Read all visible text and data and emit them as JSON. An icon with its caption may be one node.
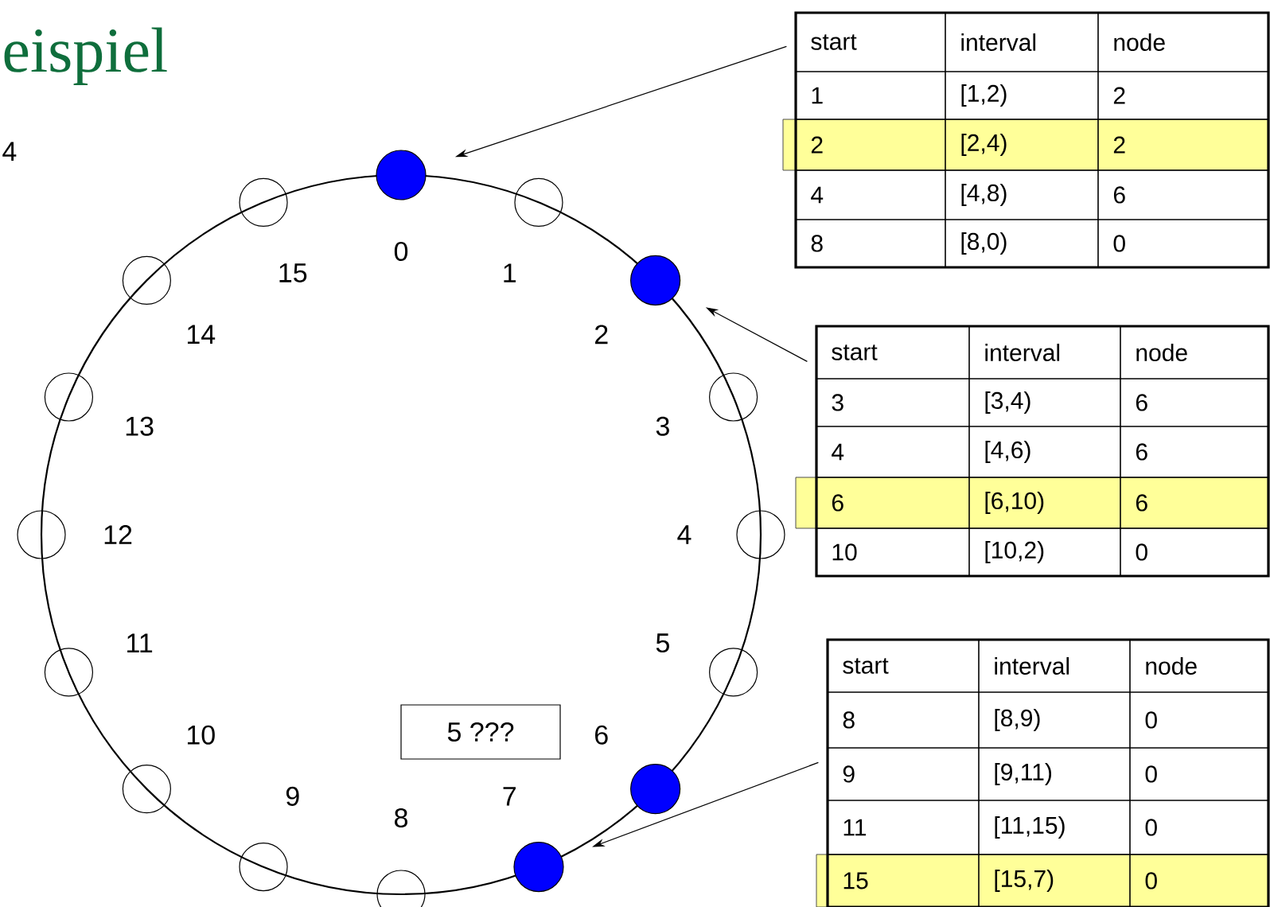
{
  "diagram": {
    "title": "eispiel",
    "nodes": [
      {
        "text": [],
        "shape": "dot",
        "beside": [
          "0"
        ]
      },
      {
        "text": [],
        "shape": "circle",
        "beside": [
          "1"
        ]
      },
      {
        "text": [],
        "shape": "dot",
        "beside": [
          "2"
        ]
      },
      {
        "text": [],
        "shape": "circle",
        "beside": [
          "3"
        ]
      },
      {
        "text": [],
        "shape": "circle",
        "beside": [
          "4"
        ]
      },
      {
        "text": [],
        "shape": "circle",
        "beside": [
          "5"
        ]
      },
      {
        "text": [],
        "shape": "dot",
        "beside": [
          "6"
        ]
      },
      {
        "text": [],
        "shape": "dot",
        "beside": [
          "7"
        ]
      },
      {
        "text": [],
        "shape": "circle",
        "beside": [
          "8"
        ]
      },
      {
        "text": [],
        "shape": "circle",
        "beside": [
          "9"
        ]
      },
      {
        "text": [],
        "shape": "circle",
        "beside": [
          "10"
        ]
      },
      {
        "text": [],
        "shape": "circle",
        "beside": [
          "11"
        ]
      },
      {
        "text": [],
        "shape": "circle",
        "beside": [
          "12"
        ]
      },
      {
        "text": [],
        "shape": "circle",
        "beside": [
          "13"
        ]
      },
      {
        "text": [],
        "shape": "circle",
        "beside": [
          "14"
        ]
      },
      {
        "text": [],
        "shape": "circle",
        "beside": [
          "15"
        ]
      },
      {
        "text": [
          "start",
          "interval",
          "node",
          "1",
          "[1,2)",
          "2",
          "2",
          "[2,4)",
          "2",
          "4",
          "[4,8)",
          "6",
          "8",
          "[8,0)",
          "0"
        ]
      },
      {
        "text": [
          "start",
          "interval",
          "node",
          "3",
          "[3,4)",
          "6",
          "4",
          "[4,6)",
          "6",
          "6",
          "[6,10)",
          "6",
          "10",
          "[10,2)",
          "0"
        ]
      },
      {
        "text": [
          "start",
          "interval",
          "node",
          "8",
          "[8,9)",
          "0",
          "9",
          "[9,11)",
          "0",
          "11",
          "[11,15)",
          "0",
          "15",
          "[15,7)",
          "0"
        ]
      },
      {
        "text": [
          "5 ???"
        ]
      }
    ],
    "edges": [
      {
        "from": 16,
        "to": 0,
        "arrow": "to"
      },
      {
        "from": 17,
        "to": 2,
        "arrow": "to"
      },
      {
        "from": 18,
        "to": 7,
        "arrow": "to"
      }
    ],
    "labels": [
      "4"
    ]
  }
}
